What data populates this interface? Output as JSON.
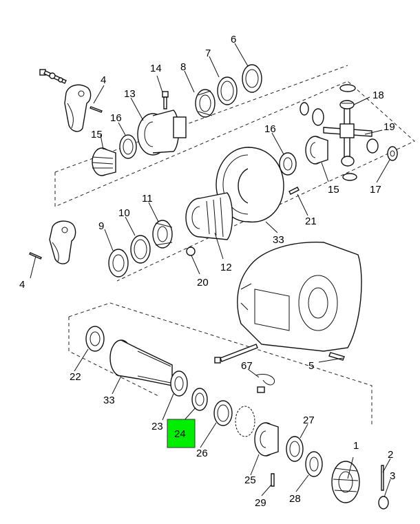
{
  "diagram": {
    "highlight_color": "#00ee00",
    "highlighted_callout": "24",
    "callouts": {
      "c1": "1",
      "c2": "2",
      "c3": "3",
      "c4a": "4",
      "c4b": "4",
      "c5": "5",
      "c6": "6",
      "c7": "7",
      "c8": "8",
      "c9": "9",
      "c10": "10",
      "c11": "11",
      "c12": "12",
      "c13": "13",
      "c14": "14",
      "c15a": "15",
      "c15b": "15",
      "c16a": "16",
      "c16b": "16",
      "c17": "17",
      "c18": "18",
      "c19": "19",
      "c20": "20",
      "c21": "21",
      "c22": "22",
      "c23": "23",
      "c24": "24",
      "c25": "25",
      "c26": "26",
      "c27": "27",
      "c28": "28",
      "c29": "29",
      "c33a": "33",
      "c33b": "33",
      "c67": "67"
    }
  }
}
